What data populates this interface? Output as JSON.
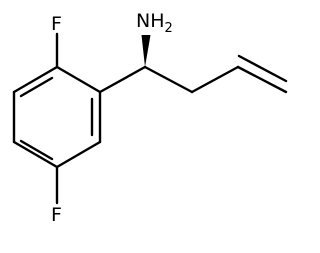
{
  "molecule": {
    "atoms": {
      "amine": {
        "symbol": "NH",
        "subscript": "2"
      },
      "fluorine_top": {
        "symbol": "F"
      },
      "fluorine_bottom": {
        "symbol": "F"
      }
    },
    "stereo": {
      "type": "wedge"
    },
    "colors": {
      "ink": "#000000",
      "background": "#ffffff"
    }
  }
}
